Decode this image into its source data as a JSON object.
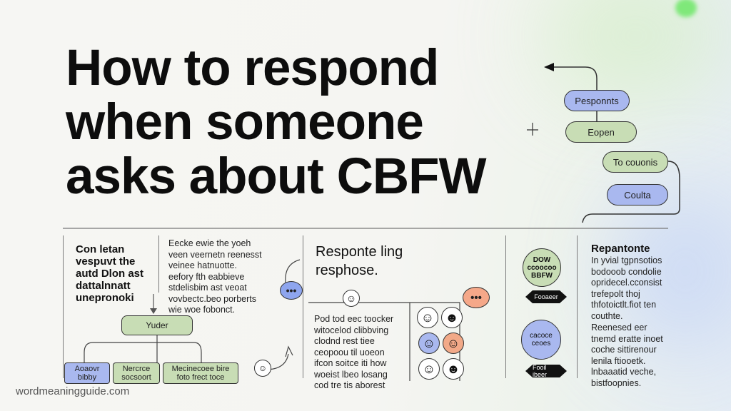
{
  "headline": {
    "line1": "How to respond",
    "line2": "when someone",
    "line3": "asks about CBFW"
  },
  "right_flow": {
    "pill1": "Pesponnts",
    "pill2": "Eopen",
    "pill3": "To couonis",
    "pill4": "Coulta"
  },
  "col1": {
    "heading": "Con letan\nvespuvt the\nautd Dlon ast\ndattalnnatt\nunepronoki",
    "node_top": "Yuder",
    "node_left": "Aoaovr\nbibby",
    "node_mid": "Nercrce\nsocsoort",
    "node_right": "Mecinecoee bire\nfoto frect toce"
  },
  "col2": {
    "text": "Eecke ewie the yoeh\nveen veernetn reenesst\nveinee hatnuotte.\neefory fth eabbieve\nstdelisbim ast veoat\nvovbectc.beo porberts\nwie woe fobonct."
  },
  "col3": {
    "heading": "Responte ling\nresphose.",
    "text": "Pod tod eec toocker\nwitocelod clibbving\nclodnd rest tiee\nceopoou til uoeon\nifcon soitce iti how\nwoeist lbeo losang\ncod tre tis aborest"
  },
  "col4": {
    "circle_top": "DOW\nccoocoo\nBBFW",
    "arrow_top": "Fooaeer",
    "circle_bottom": "cacoce\nceoes",
    "arrow_bottom": "Fooil ibeer"
  },
  "col5": {
    "heading": "Repantonte",
    "text1": "In yvial tgpnsotios\nbodooob condolie\nopridecel.cconsist\ntrefepolt thoj\nthfotoictlt.fiot ten\ncouthte.",
    "text2": "Reenesed eer\ntnemd eratte inoet\ncoche sittirenour\nlenila ftiooetk.\nlnbaaatid veche,\nbistfoopnies."
  },
  "footer": "wordmeaningguide.com"
}
